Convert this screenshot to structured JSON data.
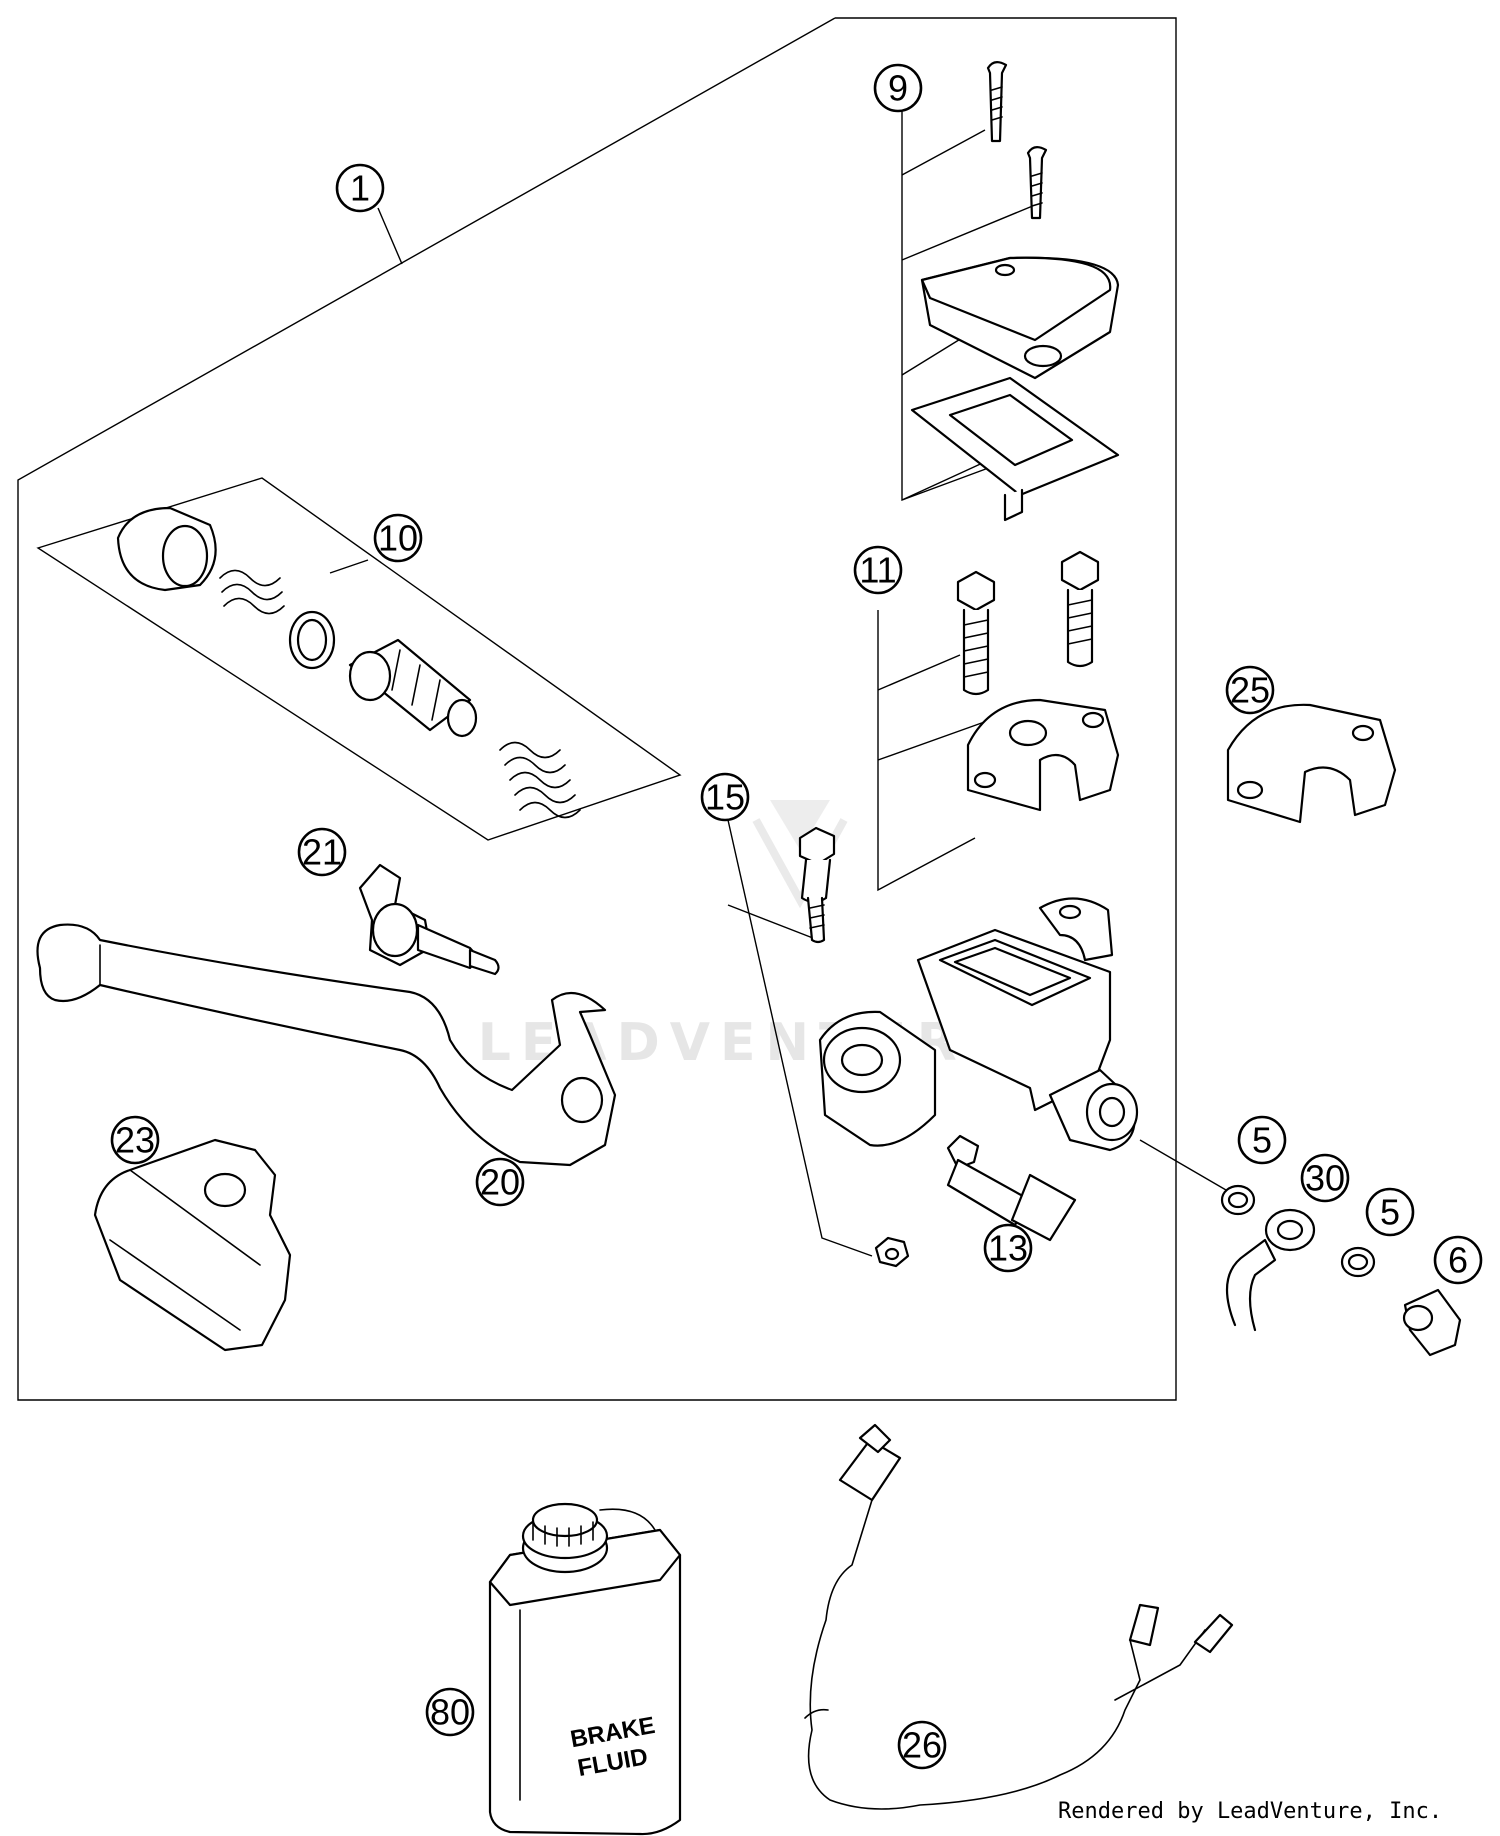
{
  "watermark": "LEADVENTURE",
  "credit": "Rendered by LeadVenture, Inc.",
  "can_label": [
    "BRAKE",
    "FLUID"
  ],
  "callouts": [
    {
      "id": "c1",
      "label": "1"
    },
    {
      "id": "c9",
      "label": "9"
    },
    {
      "id": "c10",
      "label": "10"
    },
    {
      "id": "c11",
      "label": "11"
    },
    {
      "id": "c25",
      "label": "25"
    },
    {
      "id": "c15",
      "label": "15"
    },
    {
      "id": "c21",
      "label": "21"
    },
    {
      "id": "c23",
      "label": "23"
    },
    {
      "id": "c20",
      "label": "20"
    },
    {
      "id": "c13",
      "label": "13"
    },
    {
      "id": "c5a",
      "label": "5"
    },
    {
      "id": "c30",
      "label": "30"
    },
    {
      "id": "c5b",
      "label": "5"
    },
    {
      "id": "c6",
      "label": "6"
    },
    {
      "id": "c80",
      "label": "80"
    },
    {
      "id": "c26",
      "label": "26"
    }
  ]
}
